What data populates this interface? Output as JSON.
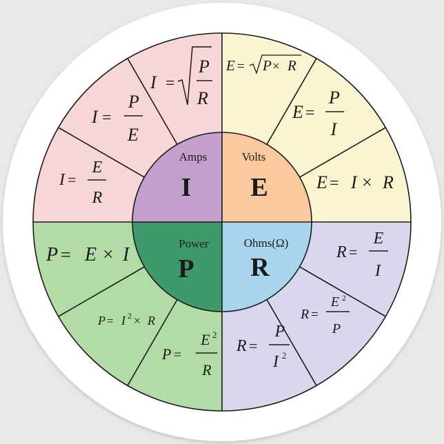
{
  "quadrants": {
    "current": {
      "label": "Amps",
      "symbol": "I",
      "color": "#f6d6d6",
      "center_color": "#c3a0cc",
      "formulas": [
        {
          "lhs": "I",
          "num": "P",
          "den": "R",
          "form": "sqrt-frac"
        },
        {
          "lhs": "I",
          "num": "P",
          "den": "E",
          "form": "frac"
        },
        {
          "lhs": "I",
          "num": "E",
          "den": "R",
          "form": "frac"
        }
      ]
    },
    "voltage": {
      "label": "Volts",
      "symbol": "E",
      "color": "#faf4d0",
      "center_color": "#fbc99e",
      "formulas": [
        {
          "lhs": "E",
          "a": "P",
          "op": "×",
          "b": "R",
          "form": "sqrt-product"
        },
        {
          "lhs": "E",
          "num": "P",
          "den": "I",
          "form": "frac"
        },
        {
          "lhs": "E",
          "a": "I",
          "op": "×",
          "b": "R",
          "form": "product"
        }
      ]
    },
    "power": {
      "label": "Power",
      "symbol": "P",
      "color": "#b3dba5",
      "center_color": "#3f9a6b",
      "formulas": [
        {
          "lhs": "P",
          "a": "E",
          "op": "×",
          "b": "I",
          "form": "product"
        },
        {
          "lhs": "P",
          "a": "I",
          "sup": "2",
          "op": "×",
          "b": "R",
          "form": "product-sup"
        },
        {
          "lhs": "P",
          "num": "E",
          "num_sup": "2",
          "den": "R",
          "form": "frac-sup"
        }
      ]
    },
    "resistance": {
      "label": "Ohms(Ω)",
      "symbol": "R",
      "color": "#d9d7ec",
      "center_color": "#a9d4ee",
      "formulas": [
        {
          "lhs": "R",
          "num": "E",
          "den": "I",
          "form": "frac"
        },
        {
          "lhs": "R",
          "num": "E",
          "num_sup": "2",
          "den": "P",
          "form": "frac-sup"
        },
        {
          "lhs": "R",
          "num": "P",
          "den": "I",
          "den_sup": "2",
          "form": "frac-densup"
        }
      ]
    }
  },
  "colors": {
    "line": "#1a1a1a",
    "text": "#1a1a1a",
    "background": "#e9e9e9",
    "sticker_border": "#ffffff"
  }
}
